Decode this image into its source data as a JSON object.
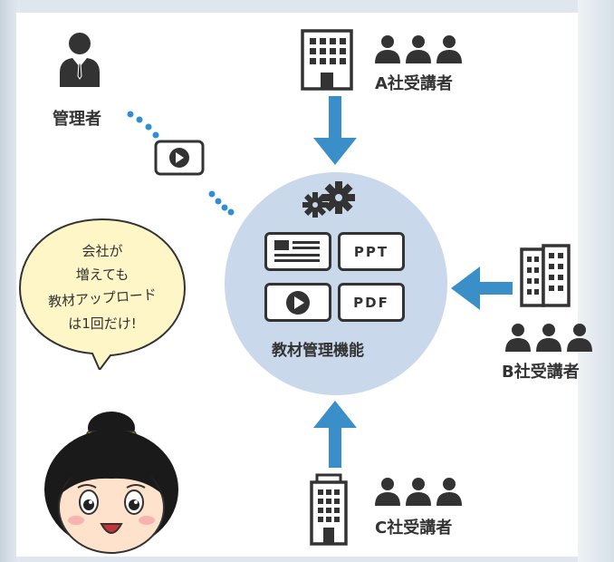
{
  "admin": {
    "label": "管理者",
    "icon": "person-suit-icon"
  },
  "companies": [
    {
      "id": "a",
      "label": "A社受講者",
      "icon": "office-building-icon"
    },
    {
      "id": "b",
      "label": "B社受講者",
      "icon": "office-building-icon"
    },
    {
      "id": "c",
      "label": "C社受講者",
      "icon": "office-building-icon"
    }
  ],
  "center": {
    "title": "教材管理機能",
    "icon": "gears-icon",
    "tiles": [
      {
        "kind": "document-icon",
        "text": ""
      },
      {
        "kind": "ppt-tile",
        "text": "PPT"
      },
      {
        "kind": "video-icon",
        "text": ""
      },
      {
        "kind": "pdf-tile",
        "text": "PDF"
      }
    ]
  },
  "bubble": {
    "lines": [
      "会社が",
      "増えても",
      "教材アップロード",
      "は1回だけ!"
    ]
  },
  "colors": {
    "arrow": "#3b8fc8",
    "circle": "#c9d8ea",
    "bubble": "#fff6c8",
    "dots": "#2f8fd0",
    "dark": "#333333"
  }
}
